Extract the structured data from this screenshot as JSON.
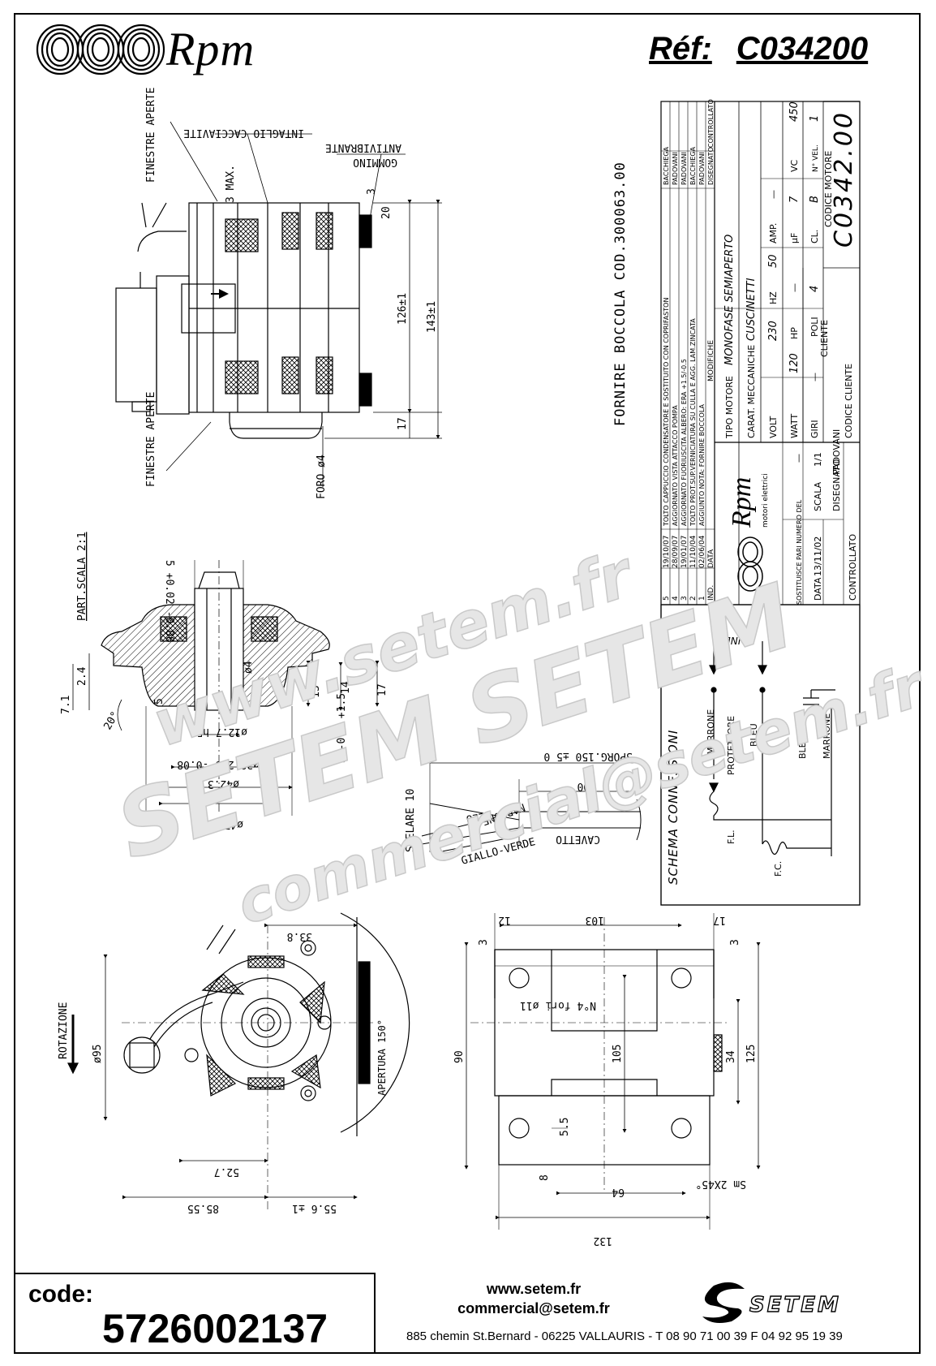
{
  "header": {
    "brand": "Rpm",
    "ref_label": "Réf:",
    "ref_value": "C034200"
  },
  "drawing": {
    "labels": {
      "finestre_aperte_top": "FINESTRE APERTE",
      "finestre_aperte_bottom": "FINESTRE APERTE",
      "intaglio": "INTAGLIO CACCIAVITE",
      "antivibrante": "ANTIVIBRANTE",
      "gommino": "GOMMINO",
      "max": "3 MAX.",
      "foro": "FORO ø4",
      "dim_126": "126±1",
      "dim_143": "143±1",
      "dim_17": "17",
      "dim_20": "20",
      "dim_3": "3",
      "fornire": "FORNIRE BOCCOLA COD.300063.00",
      "part_scala": "PART.SCALA 2:1",
      "dim_5_tol": "5 +0.02 -0.08",
      "dim_24": "2.4",
      "dim_71": "7.1",
      "dim_20deg": "20°",
      "dim_5": "5",
      "dim_4": "ø4",
      "dim_13": "13",
      "dim_14": "14",
      "dim_17b": "17",
      "dim_5_05": "5 -0.5 +1.5",
      "dim_127": "ø12.7 h5",
      "dim_382": "ø38.2 0 -0.08",
      "dim_423": "ø42.3",
      "dim_475": "ø47.5",
      "spelare": "SPELARE 10",
      "sporg": "SPORG.150 ±5 0",
      "marrone_w": "MARRONE",
      "bleu_w": "BLEU",
      "giallo_verde": "GIALLO-VERDE",
      "cavetto": "CAVETTO",
      "dim_100": "100",
      "schema": "SCHEMA CONNESSIONI",
      "linea": "LINEA",
      "marrone1": "MARRONE",
      "protettore": "PROTETTORE",
      "bleu1": "BLEU",
      "bleu2": "BLEU",
      "marrone2": "MARRONE",
      "fl": "F.L.",
      "fc": "F.C.",
      "rotazione": "ROTAZIONE",
      "dim_95": "ø95",
      "dim_338": "33.8",
      "apertura": "APERTURA 150°",
      "dim_527": "52.7",
      "dim_8555": "85.55",
      "dim_556": "55.6 ±1",
      "dim_103": "103",
      "dim_12": "12",
      "dim_17c": "17",
      "dim_3b": "3",
      "dim_3c": "3",
      "fori": "N°4 fori ø11",
      "dim_90": "90",
      "dim_105": "105",
      "dim_34": "34",
      "dim_125": "125",
      "dim_55": "5.5",
      "dim_8": "8",
      "sm": "Sm 2X45°",
      "dim_64": "64",
      "dim_132": "132",
      "eq": "="
    },
    "table": {
      "revisions": [
        {
          "n": "5",
          "date": "19/10/07",
          "desc": "TOLTO CAPPUCCIO CONDENSATORE E SOSTITUITO CON COPRIFASTON",
          "dis": "BACCHIEGA"
        },
        {
          "n": "4",
          "date": "28/09/07",
          "desc": "AGGIORNATO VISTA ATTACCO POMPA",
          "dis": "PADOVANI"
        },
        {
          "n": "3",
          "date": "19/01/07",
          "desc": "AGGIORNATO FUORIUSCITA ALBERO: ERA +1.5/-0.5",
          "dis": "PADOVANI"
        },
        {
          "n": "2",
          "date": "11/10/04",
          "desc": "TOLTO PROT.SUP.VERNICIATURA SU CULLA E AGG. LAM.ZINCATA",
          "dis": "BACCHIEGA"
        },
        {
          "n": "1",
          "date": "02/06/04",
          "desc": "AGGIUNTO NOTA: FORNIRE BOCCOLA",
          "dis": "PADOVANI"
        }
      ],
      "hdr_ind": "IND.",
      "hdr_data": "DATA",
      "hdr_modifiche": "MODIFICHE",
      "hdr_disegnato": "DISEGNATO",
      "hdr_controllato": "CONTROLLATO",
      "logo_sub": "motori elettrici",
      "tipo_motore_lbl": "TIPO MOTORE",
      "tipo_motore": "MONOFASE SEMIAPERTO",
      "carat_lbl": "CARAT. MECCANICHE",
      "carat": "CUSCINETTI",
      "volt_lbl": "VOLT",
      "volt": "230",
      "hz_lbl": "HZ",
      "hz": "50",
      "amp_lbl": "AMP.",
      "amp": "—",
      "watt_lbl": "WATT",
      "watt": "120",
      "hp_lbl": "HP",
      "hp": "—",
      "uf_lbl": "µF",
      "uf": "7",
      "vc_lbl": "VC",
      "vc": "450",
      "giri_lbl": "GIRI",
      "giri": "—",
      "poli_lbl": "POLI",
      "poli": "4",
      "cl_lbl": "CL.",
      "cl": "B",
      "nvel_lbl": "N° VEL.",
      "nvel": "1",
      "cliente_lbl": "CLIENTE",
      "codice_motore_lbl": "CODICE MOTORE",
      "codice_motore": "C0342.00",
      "codice_cliente_lbl": "CODICE CLIENTE",
      "sostituisce_lbl": "SOSTITUISCE PARI NUMERO DEL",
      "sostituisce": "—",
      "scala_lbl": "SCALA",
      "scala": "1/1",
      "data_lbl": "DATA",
      "data": "13/11/02",
      "disegnato_lbl": "DISEGNATO",
      "disegnato": "PADOVANI",
      "controllato_lbl": "CONTROLLATO"
    }
  },
  "watermark": {
    "line1": "www.setem.fr",
    "line2": "SETEM SETEM",
    "line3": "commercial@setem.fr"
  },
  "footer": {
    "code_label": "code:",
    "code_value": "5726002137",
    "website": "www.setem.fr",
    "email": "commercial@setem.fr",
    "address": "885 chemin St.Bernard  -  06225 VALLAURIS  -  T 08 90 71 00 39   F 04 92 95 19 39",
    "logo_text": "SETEM"
  }
}
